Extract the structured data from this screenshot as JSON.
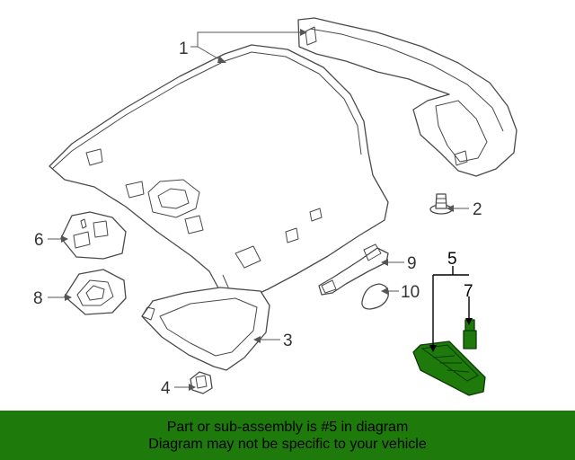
{
  "diagram": {
    "callouts": [
      "1",
      "2",
      "3",
      "4",
      "5",
      "6",
      "7",
      "8",
      "9",
      "10"
    ],
    "highlighted_parts": [
      "5",
      "7"
    ]
  },
  "banner": {
    "line1": "Part or sub-assembly is #5 in diagram",
    "line2": "Diagram may not be specific to your vehicle",
    "background": "#1f7a0c"
  },
  "colors": {
    "highlight_part": "#1f7a0c",
    "line_art": "#4a4a4a"
  }
}
